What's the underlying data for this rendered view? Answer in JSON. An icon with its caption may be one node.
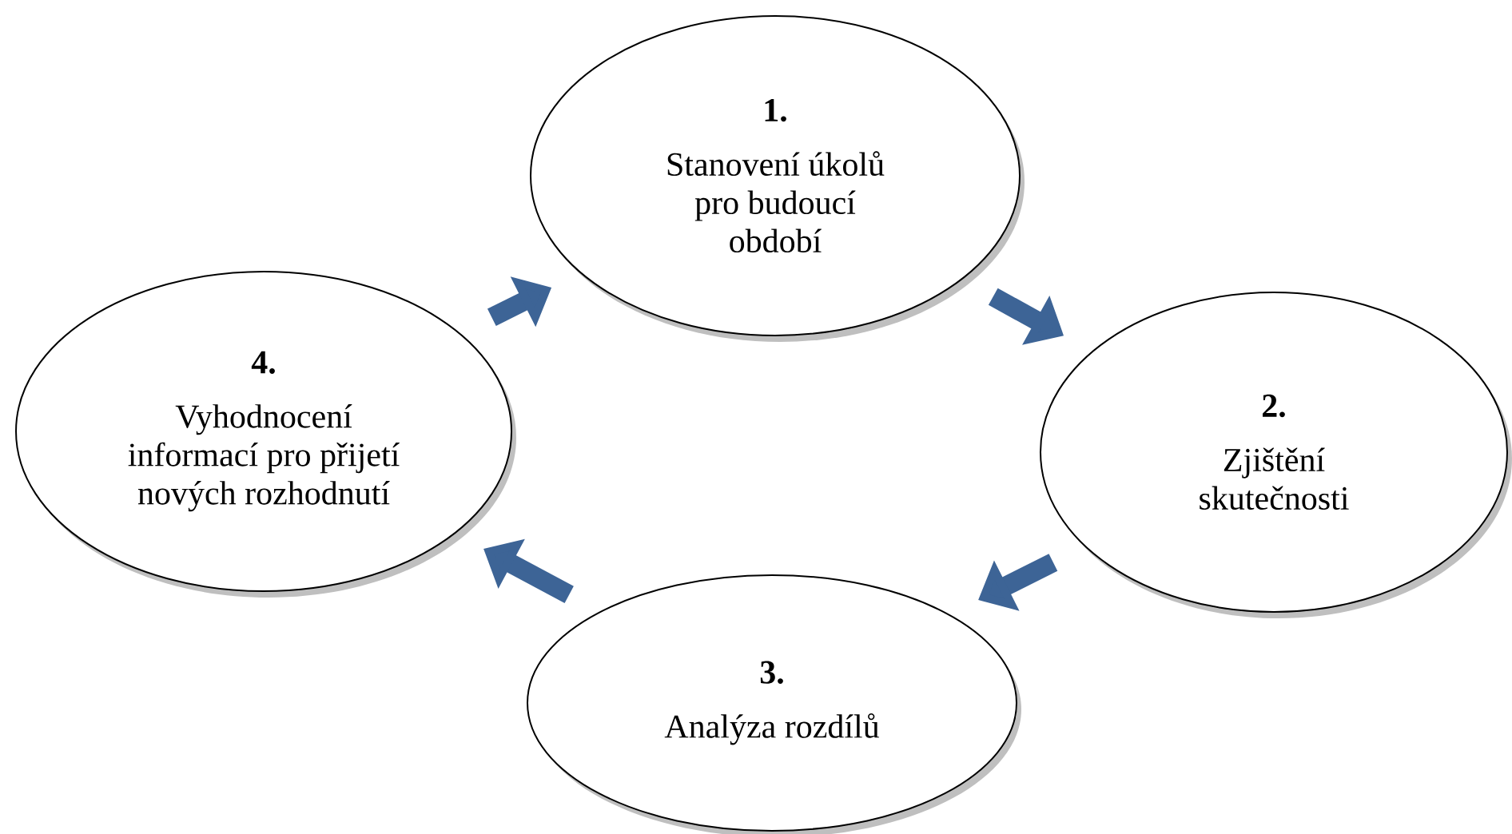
{
  "diagram": {
    "nodes": [
      {
        "text": [
          "1.",
          "Stanovení úkolů pro budoucí období"
        ]
      },
      {
        "text": [
          "2.",
          "Zjištění skutečnosti"
        ]
      },
      {
        "text": [
          "3.",
          "Analýza rozdílů"
        ]
      },
      {
        "text": [
          "4.",
          "Vyhodnocení informací pro přijetí nových rozhodnutí"
        ]
      }
    ],
    "edges": [
      {
        "from": 0,
        "to": 1,
        "arrow": "to"
      },
      {
        "from": 1,
        "to": 2,
        "arrow": "to"
      },
      {
        "from": 2,
        "to": 3,
        "arrow": "to"
      },
      {
        "from": 3,
        "to": 0,
        "arrow": "to"
      }
    ]
  }
}
